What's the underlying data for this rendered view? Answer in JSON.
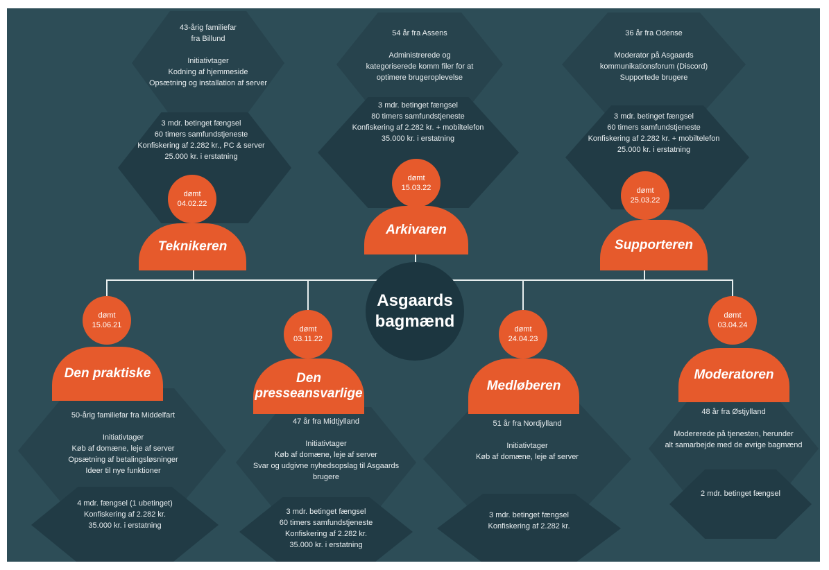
{
  "center": {
    "title": "Asgaards\nbagmænd"
  },
  "persons": [
    {
      "id": "teknikeren",
      "title": "Teknikeren",
      "verdict": "dømt\n04.02.22",
      "info": "43-årig familiefar\nfra Billund\n\nInitiativtager\nKodning af hjemmeside\nOpsætning og installation af server",
      "sentence": "3 mdr. betinget fængsel\n60 timers samfundstjeneste\nKonfiskering af 2.282 kr., PC & server\n25.000 kr. i erstatning"
    },
    {
      "id": "arkivaren",
      "title": "Arkivaren",
      "verdict": "dømt\n15.03.22",
      "info": "54 år fra Assens\n\nAdministrerede og\nkategoriserede komm filer for at\noptimere brugeroplevelse",
      "sentence": "3 mdr. betinget fængsel\n80 timers samfundstjeneste\nKonfiskering af 2.282 kr. + mobiltelefon\n35.000 kr. i erstatning"
    },
    {
      "id": "supporteren",
      "title": "Supporteren",
      "verdict": "dømt\n25.03.22",
      "info": "36 år fra Odense\n\nModerator på Asgaards\nkommunikationsforum (Discord)\nSupportede brugere",
      "sentence": "3 mdr. betinget fængsel\n60 timers samfundstjeneste\nKonfiskering af 2.282 kr. + mobiltelefon\n25.000 kr. i erstatning"
    },
    {
      "id": "den-praktiske",
      "title": "Den praktiske",
      "verdict": "dømt\n15.06.21",
      "info": "50-årig familiefar fra Middelfart\n\nInitiativtager\nKøb af domæne, leje af server\nOpsætning af betalingsløsninger\nIdeer til nye funktioner",
      "sentence": "4 mdr. fængsel (1 ubetinget)\nKonfiskering af 2.282 kr.\n35.000 kr. i erstatning"
    },
    {
      "id": "den-presseansvarlige",
      "title": "Den\npresseansvarlige",
      "verdict": "dømt\n03.11.22",
      "info": "47 år fra Midtjylland\n\nInitiativtager\nKøb af domæne, leje af server\nSvar og udgivne nyhedsopslag til Asgaards\nbrugere",
      "sentence": "3 mdr. betinget fængsel\n60 timers samfundstjeneste\nKonfiskering af 2.282 kr.\n35.000 kr. i erstatning"
    },
    {
      "id": "medloeberen",
      "title": "Medløberen",
      "verdict": "dømt\n24.04.23",
      "info": "51 år fra Nordjylland\n\nInitiativtager\nKøb af domæne, leje af server",
      "sentence": "3 mdr. betinget fængsel\nKonfiskering af 2.282 kr."
    },
    {
      "id": "moderatoren",
      "title": "Moderatoren",
      "verdict": "dømt\n03.04.24",
      "info": "48 år fra Østjylland\n\nModererede på tjenesten, herunder\nalt samarbejde med de øvrige bagmænd",
      "sentence": "2 mdr. betinget fængsel"
    }
  ]
}
